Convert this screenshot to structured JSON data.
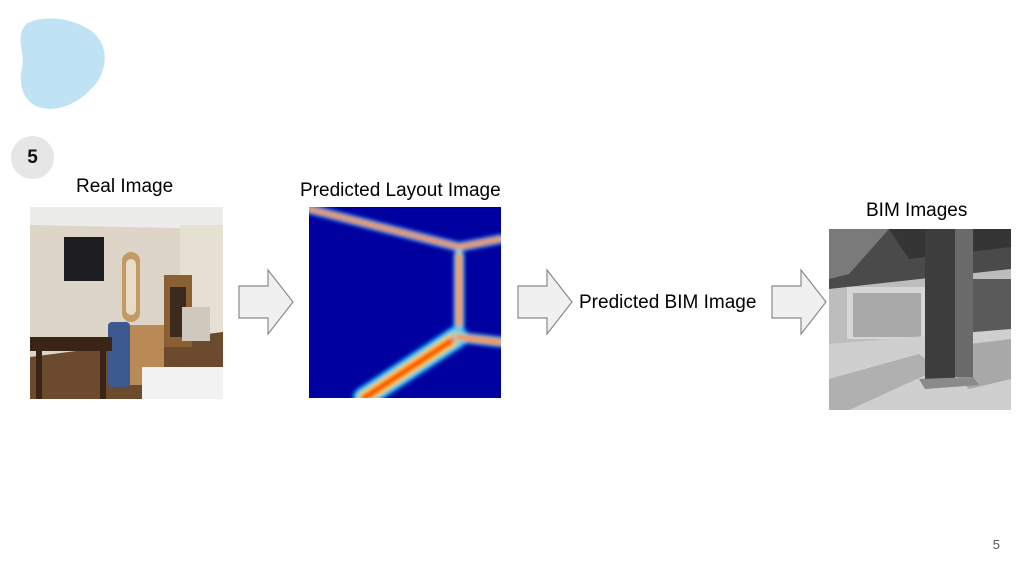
{
  "step": "5",
  "labels": {
    "real": "Real Image",
    "layout": "Predicted Layout Image",
    "bim_predicted": "Predicted BIM Image",
    "bim": "BIM Images"
  },
  "page_number": "5",
  "colors": {
    "blob": "#bfe3f5",
    "badge": "#e6e6e6",
    "arrow_fill": "#f0f0f0",
    "arrow_stroke": "#8a8a8a",
    "layout_bg": "#0000a0"
  }
}
